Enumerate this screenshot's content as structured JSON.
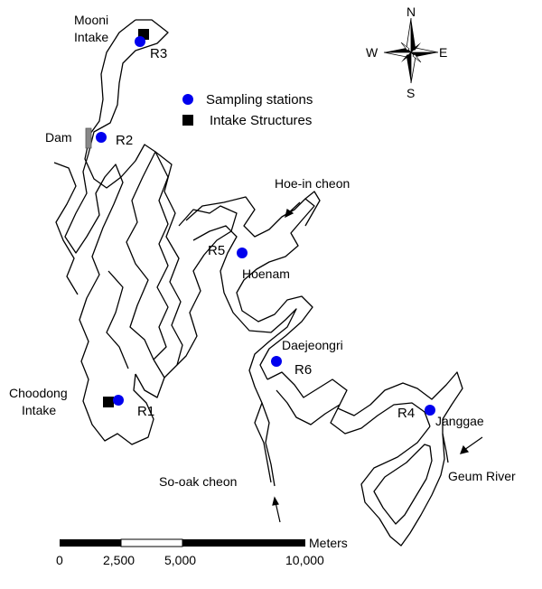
{
  "legend": {
    "sampling_label": "Sampling stations",
    "intake_label": "Intake Structures",
    "sampling_color": "#0000ee",
    "intake_color": "#000000"
  },
  "compass": {
    "n": "N",
    "s": "S",
    "e": "E",
    "w": "W"
  },
  "stations": {
    "r1": "R1",
    "r2": "R2",
    "r3": "R3",
    "r4": "R4",
    "r5": "R5",
    "r6": "R6"
  },
  "places": {
    "mooni_line1": "Mooni",
    "mooni_line2": "Intake",
    "dam": "Dam",
    "choodong_line1": "Choodong",
    "choodong_line2": "Intake",
    "hoe_in_cheon": "Hoe-in cheon",
    "hoenam": "Hoenam",
    "daejeongri": "Daejeongri",
    "janggae": "Janggae",
    "geum_river": "Geum River",
    "so_oak_cheon": "So-oak cheon"
  },
  "scale": {
    "unit": "Meters",
    "ticks": [
      "0",
      "2,500",
      "5,000",
      "10,000"
    ]
  }
}
